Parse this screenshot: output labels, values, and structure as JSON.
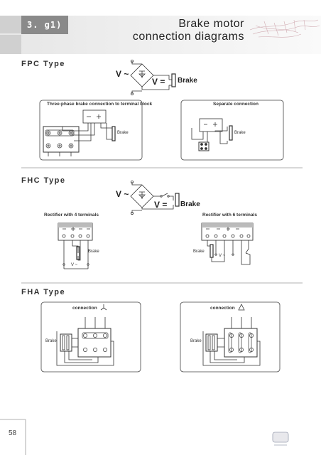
{
  "header": {
    "section_tab": "3. g1)",
    "title_line1": "Brake motor",
    "title_line2": "connection diagrams"
  },
  "fpc": {
    "heading": "FPC Type",
    "schematic_v_ac": "V ~",
    "schematic_v_dc": "V =",
    "schematic_brake": "Brake",
    "left_box_title": "Three-phase brake connection to terminal block",
    "left_box_brake": "Brake",
    "right_box_title": "Separate connection",
    "right_box_brake": "Brake"
  },
  "fhc": {
    "heading": "FHC Type",
    "schematic_v_ac": "V ~",
    "schematic_v_dc": "V =",
    "schematic_brake": "Brake",
    "left_title": "Rectifier with 4 terminals",
    "left_brake": "Brake",
    "left_supply": "V ~",
    "right_title": "Rectifier with 6 terminals",
    "right_brake": "Brake",
    "right_supply": "V ~"
  },
  "fha": {
    "heading": "FHA Type",
    "left_title": "connection",
    "left_brake": "Brake",
    "right_title": "connection",
    "right_brake": "Brake"
  },
  "footer": {
    "page_number": "58"
  },
  "colors": {
    "section_tab": "#8a8a8a",
    "line": "#333333",
    "box_border": "#444444",
    "divider": "#999999"
  },
  "icons": [
    "rectifier-diode-bridge-icon",
    "star-connection-icon",
    "delta-connection-icon",
    "brand-logo-icon",
    "feather-decoration-icon"
  ]
}
